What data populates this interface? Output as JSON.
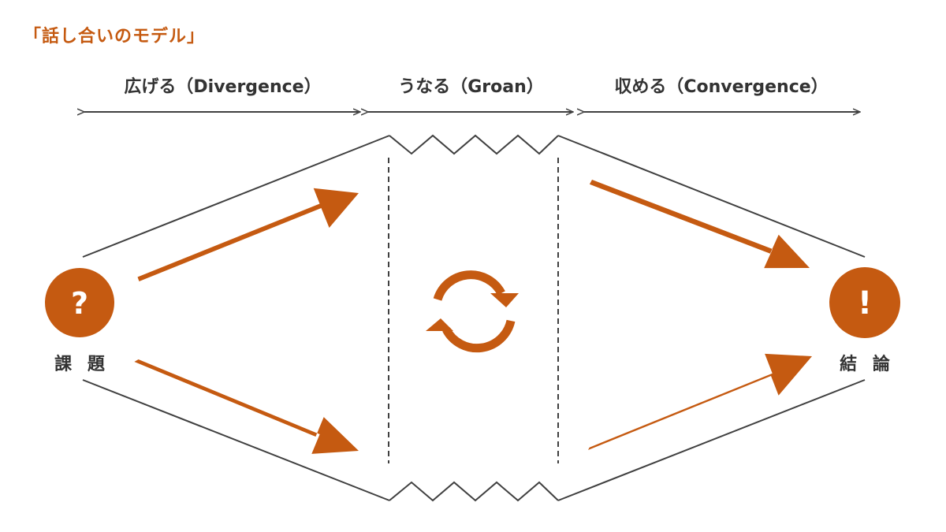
{
  "title": "「話し合いのモデル」",
  "phases": {
    "divergence": "広げる（Divergence）",
    "groan": "うなる（Groan）",
    "convergence": "収める（Convergence）"
  },
  "start": {
    "mark": "?",
    "label": "課 題"
  },
  "end": {
    "mark": "!",
    "label": "結 論"
  },
  "colors": {
    "accent": "#c55a11",
    "line": "#404040",
    "text": "#333333"
  },
  "icons": {
    "cycle": "cycle-arrows-icon",
    "start": "question-mark-icon",
    "end": "exclamation-mark-icon"
  }
}
